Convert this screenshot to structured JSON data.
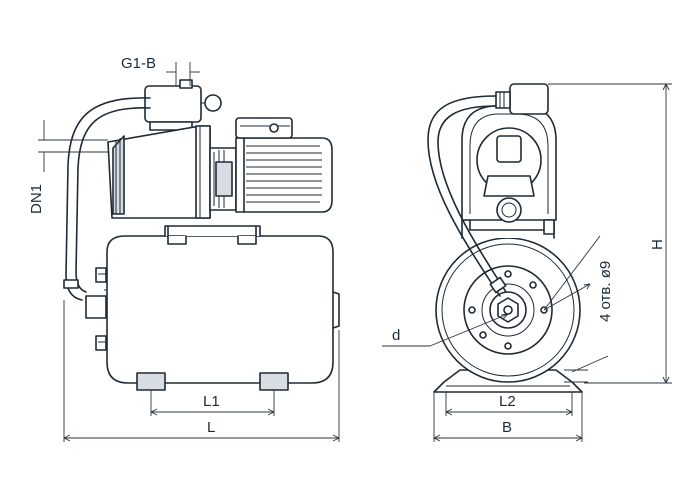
{
  "labels": {
    "thread": "G1-B",
    "nominal_diameter": "DN1",
    "foot_spacing_side": "L1",
    "total_length": "L",
    "pipe_diameter": "d",
    "holes": "4 отв. ø9",
    "total_height": "H",
    "foot_spacing_front": "L2",
    "total_width": "B"
  },
  "colors": {
    "line": "#1e2a36",
    "shade": "#d7dde3"
  }
}
